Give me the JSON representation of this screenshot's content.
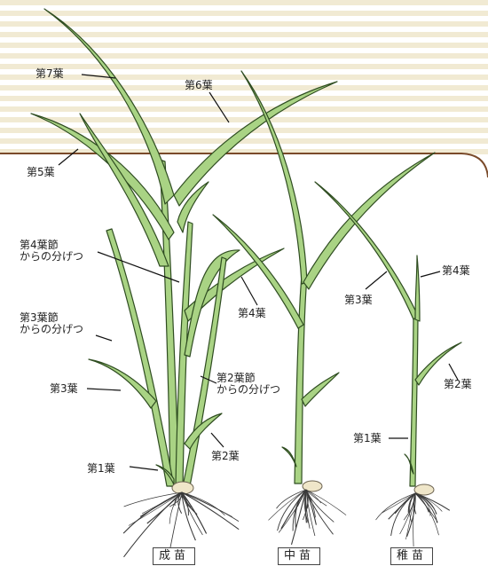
{
  "colors": {
    "leaf_fill": "#a9d384",
    "leaf_stroke": "#2f4d21",
    "stripe_a": "#f1ead3",
    "stripe_b": "#fbf8ef",
    "soil_line": "#7a4a2a",
    "root": "#3a3a3a",
    "seed": "#efe6c9"
  },
  "seedlings": {
    "mature": {
      "name": "成苗"
    },
    "middle": {
      "name": "中苗"
    },
    "young": {
      "name": "稚苗"
    }
  },
  "labels": {
    "leaf7": "第7葉",
    "leaf6": "第6葉",
    "leaf5": "第5葉",
    "tiller4_line1": "第4葉節",
    "tiller4_line2": "からの分げつ",
    "tiller3_line1": "第3葉節",
    "tiller3_line2": "からの分げつ",
    "leaf3_mature": "第3葉",
    "tiller2_line1": "第2葉節",
    "tiller2_line2": "からの分げつ",
    "leaf2_mature": "第2葉",
    "leaf1_mature": "第1葉",
    "leaf4_middle": "第4葉",
    "leaf3_young": "第3葉",
    "leaf4_young": "第4葉",
    "leaf2_young": "第2葉",
    "leaf1_young": "第1葉"
  }
}
